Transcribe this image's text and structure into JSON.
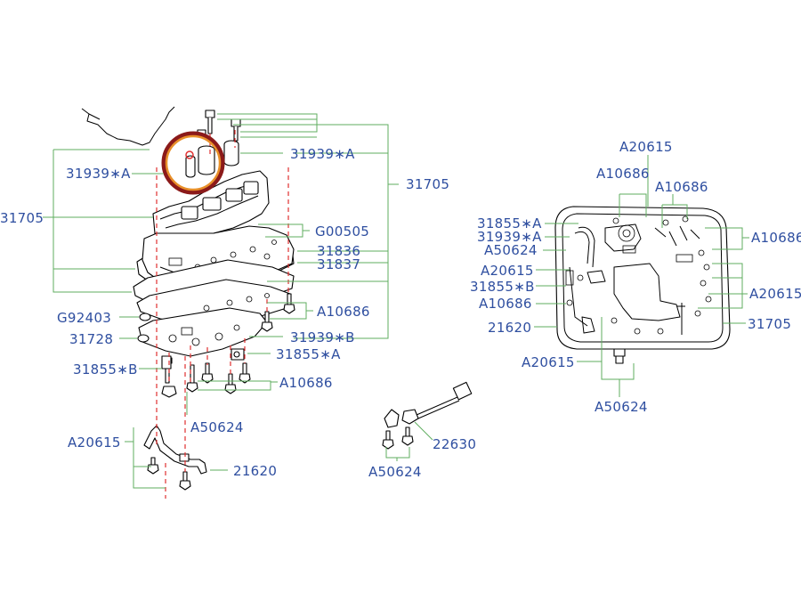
{
  "labels": {
    "l_31939A_top": "31939∗A",
    "l_31939A_left": "31939∗A",
    "l_31705_right": "31705",
    "l_31705_left": "31705",
    "l_G00505": "G00505",
    "l_31836": "31836",
    "l_31837": "31837",
    "l_A10686_mid": "A10686",
    "l_G92403": "G92403",
    "l_31728": "31728",
    "l_31939B": "31939∗B",
    "l_31855A": "31855∗A",
    "l_31855B": "31855∗B",
    "l_A10686_low": "A10686",
    "l_A50624_left": "A50624",
    "l_A20615_left": "A20615",
    "l_21620_left": "21620",
    "l_22630": "22630",
    "l_A50624_bottom": "A50624",
    "r_A20615_top": "A20615",
    "r_A10686_a": "A10686",
    "r_A10686_b": "A10686",
    "r_31855A": "31855∗A",
    "r_31939A": "31939∗A",
    "r_A50624": "A50624",
    "r_A10686_right": "A10686",
    "r_A20615_a": "A20615",
    "r_A20615_right": "A20615",
    "r_31855B": "31855∗B",
    "r_A10686_c": "A10686",
    "r_21620": "21620",
    "r_31705": "31705",
    "r_A20615_bottom": "A20615",
    "r_A50624_bottom": "A50624"
  },
  "colors": {
    "label_text": "#2f4fa0",
    "leader_lines": "#5fae5f",
    "dashed_guides": "#e03030",
    "highlight_outer": "#8b1a1a",
    "highlight_inner": "#e8902a"
  }
}
